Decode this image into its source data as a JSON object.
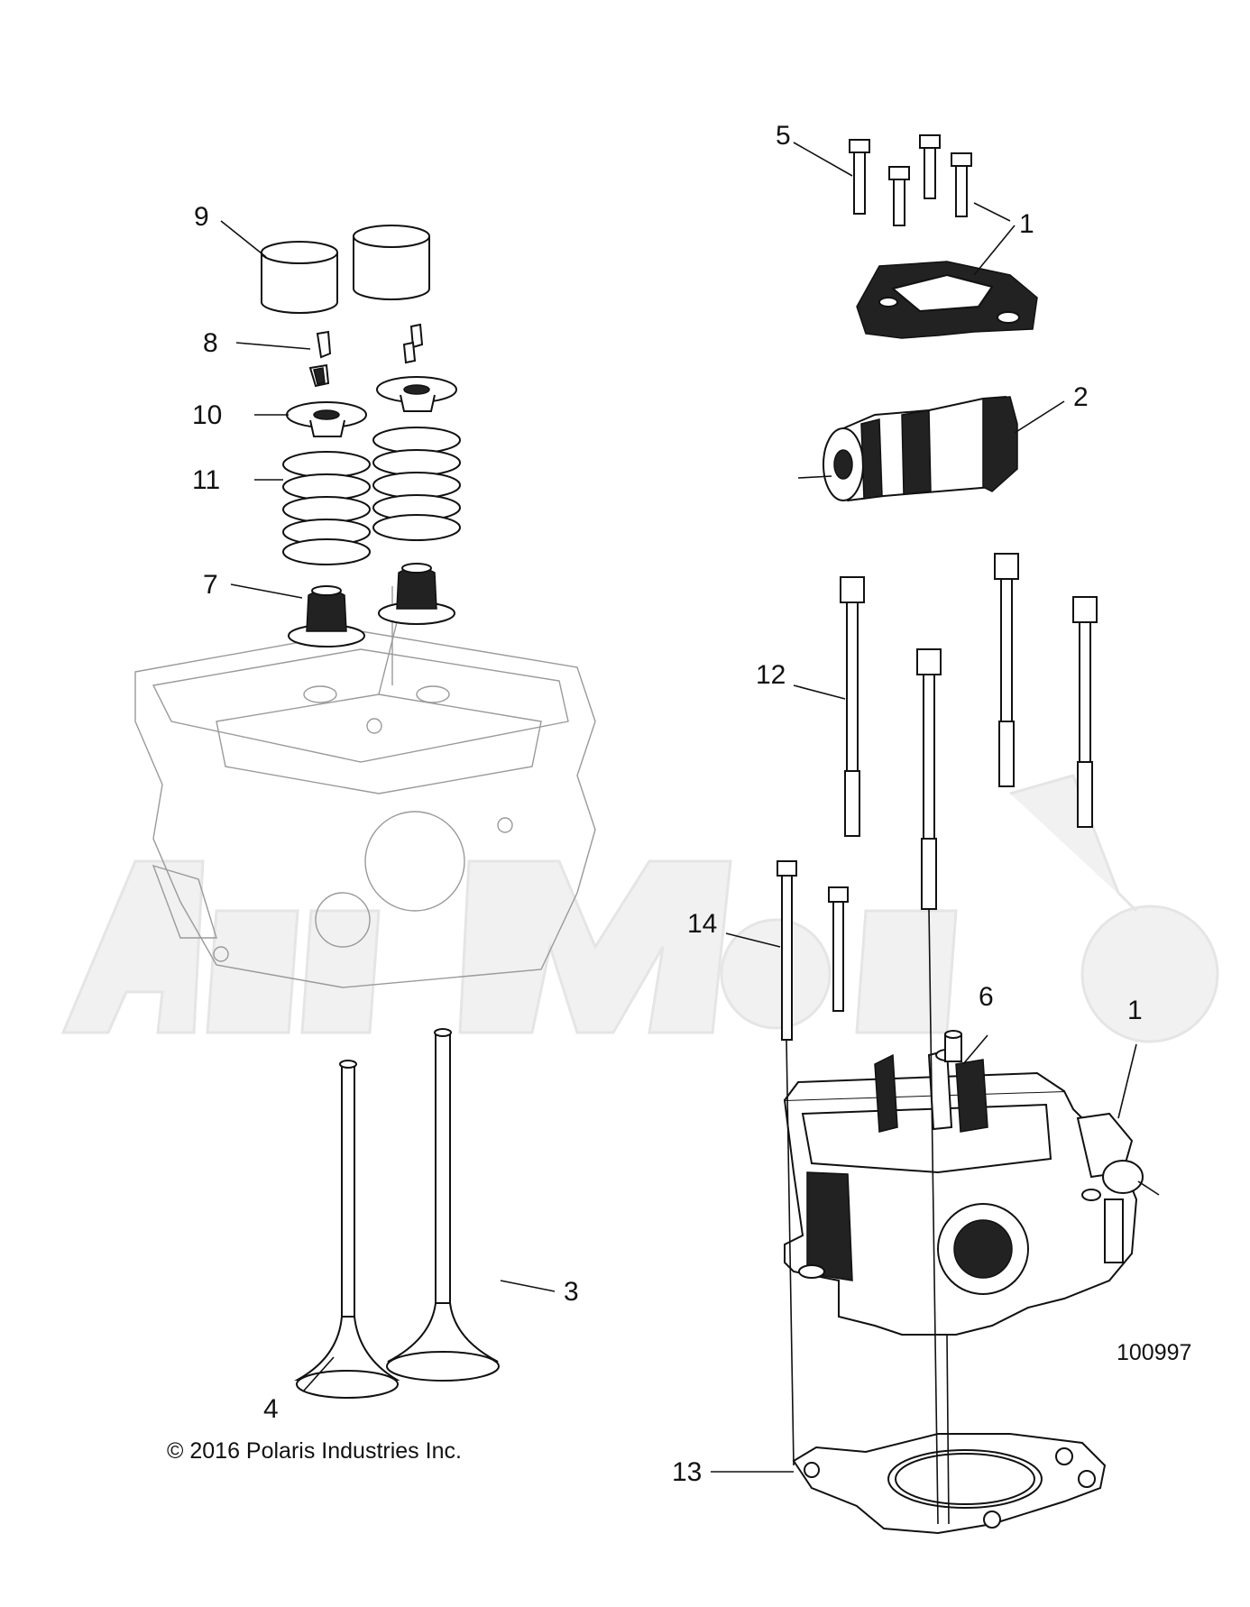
{
  "diagram": {
    "callouts": {
      "c1_top": "1",
      "c1_bottom": "1",
      "c2": "2",
      "c3": "3",
      "c4": "4",
      "c5": "5",
      "c6": "6",
      "c7": "7",
      "c8": "8",
      "c9": "9",
      "c10": "10",
      "c11": "11",
      "c12": "12",
      "c13": "13",
      "c14": "14"
    },
    "figure_number": "100997",
    "copyright": "© 2016 Polaris Industries Inc."
  }
}
